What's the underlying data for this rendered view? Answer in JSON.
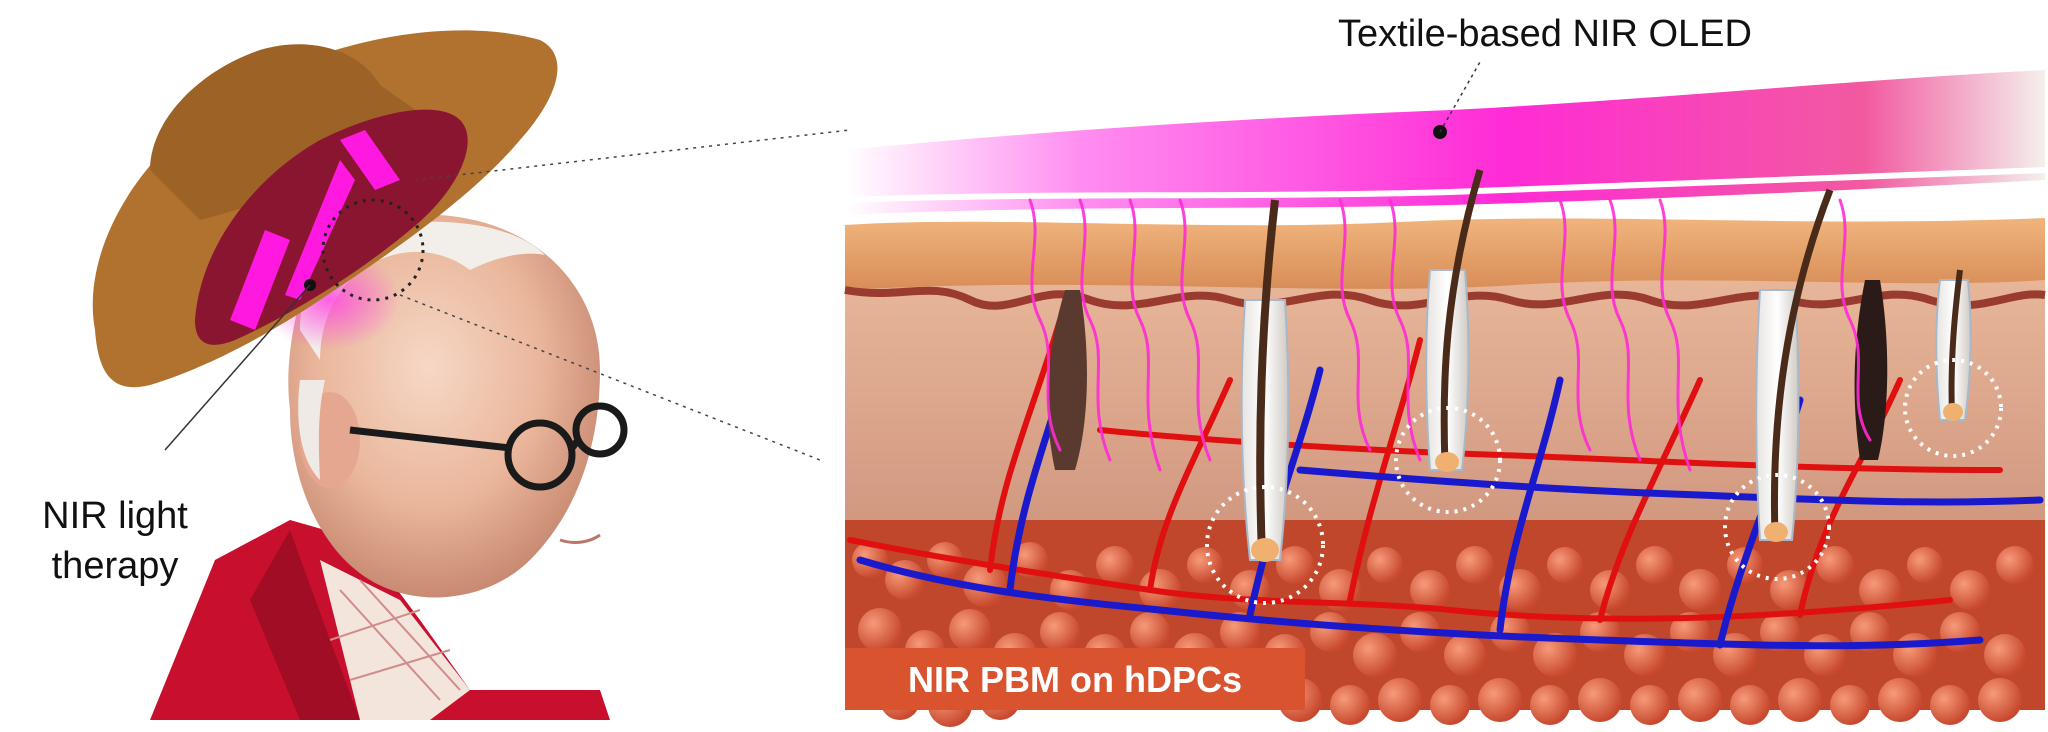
{
  "labels": {
    "oled": "Textile-based NIR OLED",
    "therapy_line1": "NIR light",
    "therapy_line2": "therapy",
    "pbm": "NIR PBM on hDPCs"
  },
  "colors": {
    "nir_light": "#ff2bd6",
    "blood_vessel_red": "#e01010",
    "blood_vessel_blue": "#1a1acc",
    "hat": "#b0722e",
    "skin": "#e8a276",
    "badge": "#d9532e"
  },
  "icons": {
    "callout_marker": "dot",
    "hair_follicle_highlight": "dotted-circle"
  }
}
